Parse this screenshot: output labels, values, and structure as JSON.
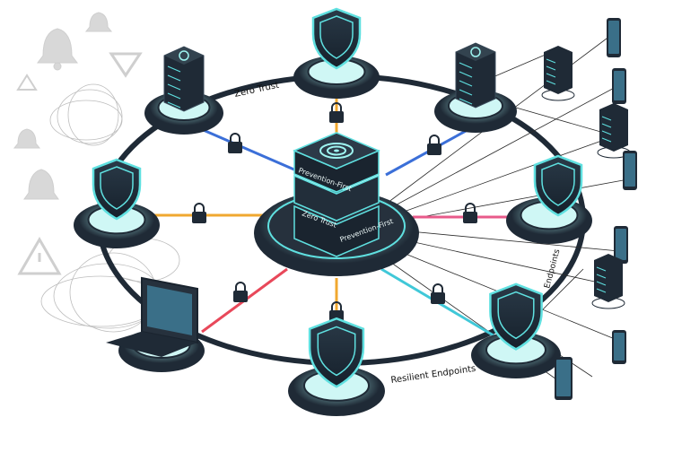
{
  "labels": {
    "ring_top": "Zero Trust",
    "ring_bottom": "Resilient Endpoints",
    "ring_right": "Endpoints",
    "hub_upper": "Prevention-First",
    "hub_lower_left": "Zero Trust",
    "hub_lower_right": "Prevention-First"
  },
  "colors": {
    "accent": "#5fe0e0",
    "dark": "#1f2a36",
    "link_blue": "#3b6fd8",
    "link_orange": "#f0a830",
    "link_red": "#e8485a",
    "link_pink": "#e85a8a",
    "link_cyan": "#40c8d8"
  },
  "icons": [
    "shield-icon",
    "server-icon",
    "padlock-icon",
    "laptop-icon",
    "smartphone-icon",
    "bell-icon",
    "warning-icon"
  ]
}
